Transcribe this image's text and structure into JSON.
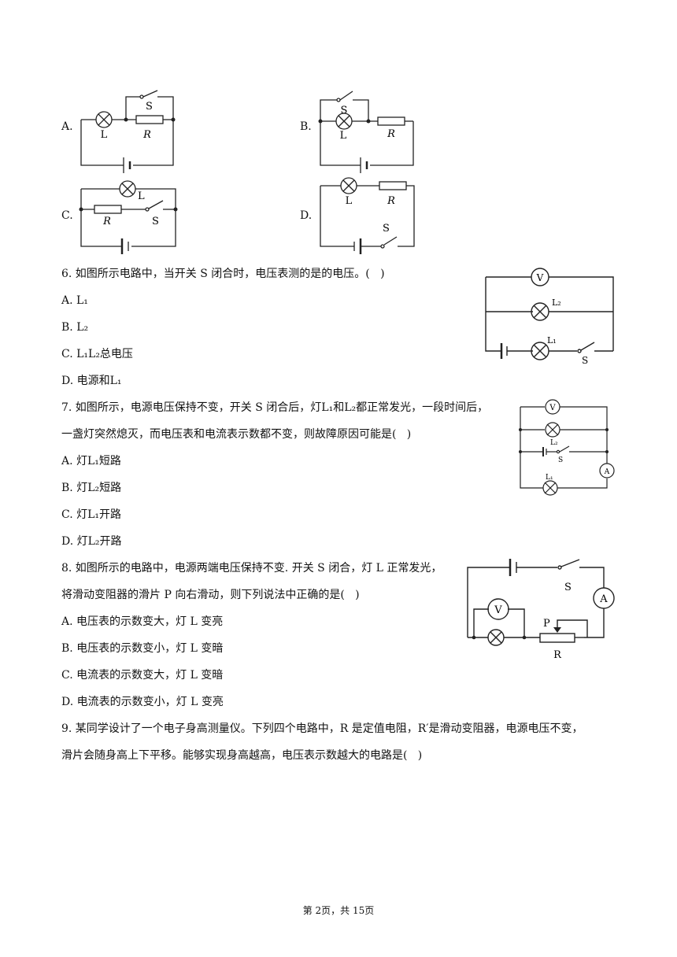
{
  "q5": {
    "opts": {
      "a": "A.",
      "b": "B.",
      "c": "C.",
      "d": "D."
    },
    "sym": {
      "L": "L",
      "R": "R",
      "S": "S"
    }
  },
  "q6": {
    "stem": "6. 如图所示电路中，当开关 S 闭合时，电压表测的是的电压。(   )",
    "options": [
      "A. L₁",
      "B. L₂",
      "C. L₁L₂总电压",
      "D. 电源和L₁"
    ],
    "fig": {
      "V": "V",
      "L2": "L₂",
      "L1": "L₁",
      "S": "S"
    }
  },
  "q7": {
    "stem1": "7. 如图所示，电源电压保持不变，开关 S 闭合后，灯L₁和L₂都正常发光，一段时间后，",
    "stem2": "一盏灯突然熄灭，而电压表和电流表示数都不变，则故障原因可能是(   )",
    "options": [
      "A. 灯L₁短路",
      "B. 灯L₂短路",
      "C. 灯L₁开路",
      "D. 灯L₂开路"
    ],
    "fig": {
      "V": "V",
      "L2": "L₂",
      "L1": "L₁",
      "S": "S",
      "A": "A"
    }
  },
  "q8": {
    "stem1": "8. 如图所示的电路中，电源两端电压保持不变. 开关 S 闭合，灯 L 正常发光，",
    "stem2": "将滑动变阻器的滑片 P 向右滑动，则下列说法中正确的是(   )",
    "options": [
      "A. 电压表的示数变大，灯 L 变亮",
      "B. 电压表的示数变小，灯 L 变暗",
      "C. 电流表的示数变大，灯 L 变暗",
      "D. 电流表的示数变小，灯 L 变亮"
    ],
    "fig": {
      "S": "S",
      "A": "A",
      "V": "V",
      "P": "P",
      "R": "R"
    }
  },
  "q9": {
    "stem1": "9. 某同学设计了一个电子身高测量仪。下列四个电路中，R 是定值电阻，R′是滑动变阻器，电源电压不变，",
    "stem2": "滑片会随身高上下平移。能够实现身高越高，电压表示数越大的电路是(   )"
  },
  "footer": "第 2页，共 15页"
}
